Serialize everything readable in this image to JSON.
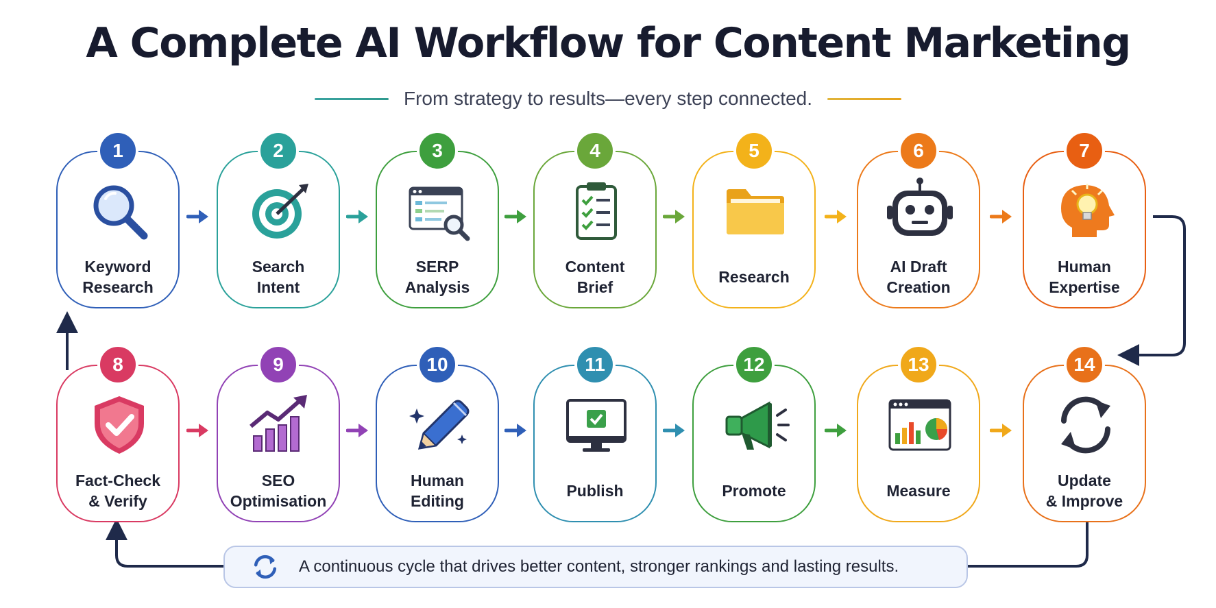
{
  "header": {
    "title": "A Complete AI Workflow for Content Marketing",
    "subtitle": "From strategy to results—every step connected."
  },
  "steps": [
    {
      "number": "1",
      "label": "Keyword\nResearch",
      "color": "#2f5fb8",
      "icon": "magnifier-icon"
    },
    {
      "number": "2",
      "label": "Search\nIntent",
      "color": "#2aa19a",
      "icon": "target-icon"
    },
    {
      "number": "3",
      "label": "SERP\nAnalysis",
      "color": "#3e9f3e",
      "icon": "browser-search-icon"
    },
    {
      "number": "4",
      "label": "Content\nBrief",
      "color": "#6aa73a",
      "icon": "clipboard-icon"
    },
    {
      "number": "5",
      "label": "Research",
      "color": "#f3b21a",
      "icon": "folder-icon"
    },
    {
      "number": "6",
      "label": "AI Draft\nCreation",
      "color": "#ec7a1a",
      "icon": "robot-icon"
    },
    {
      "number": "7",
      "label": "Human\nExpertise",
      "color": "#e85f12",
      "icon": "head-lightbulb-icon"
    },
    {
      "number": "8",
      "label": "Fact-Check\n& Verify",
      "color": "#d93a62",
      "icon": "shield-check-icon"
    },
    {
      "number": "9",
      "label": "SEO\nOptimisation",
      "color": "#9142b5",
      "icon": "growth-chart-icon"
    },
    {
      "number": "10",
      "label": "Human\nEditing",
      "color": "#2f5fb8",
      "icon": "pencil-icon"
    },
    {
      "number": "11",
      "label": "Publish",
      "color": "#2f8fb0",
      "icon": "monitor-check-icon"
    },
    {
      "number": "12",
      "label": "Promote",
      "color": "#3e9f3e",
      "icon": "megaphone-icon"
    },
    {
      "number": "13",
      "label": "Measure",
      "color": "#f0a81a",
      "icon": "dashboard-icon"
    },
    {
      "number": "14",
      "label": "Update\n& Improve",
      "color": "#e8711a",
      "icon": "refresh-cycle-icon"
    }
  ],
  "footer": {
    "text": "A continuous cycle that drives better content, stronger rankings and lasting results.",
    "icon": "cycle-icon"
  }
}
